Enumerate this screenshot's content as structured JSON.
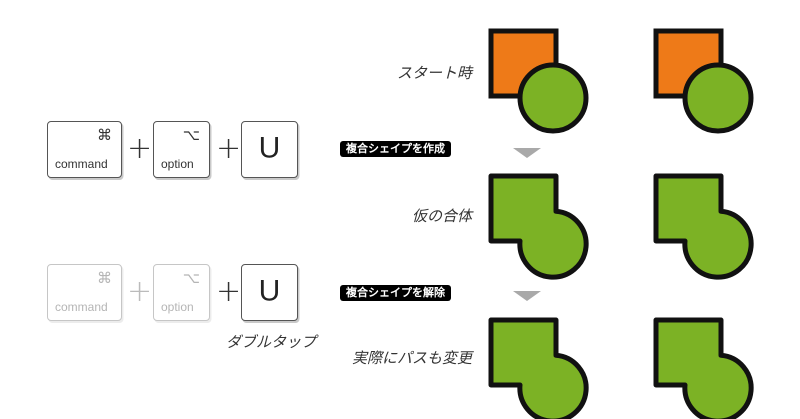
{
  "keys": {
    "command_symbol": "⌘",
    "command_label": "command",
    "option_symbol": "⌥",
    "option_label": "option",
    "u_label": "U",
    "plus": "+"
  },
  "actions": {
    "create": "複合シェイプを作成",
    "release": "複合シェイプを解除",
    "double_tap": "ダブルタップ"
  },
  "steps": {
    "start": "スタート時",
    "temp_union": "仮の合体",
    "actual_path": "実際にパスも変更"
  },
  "colors": {
    "orange": "#ee7a18",
    "green": "#7cb225",
    "stroke": "#111111",
    "arrow": "#a9a9a9"
  }
}
